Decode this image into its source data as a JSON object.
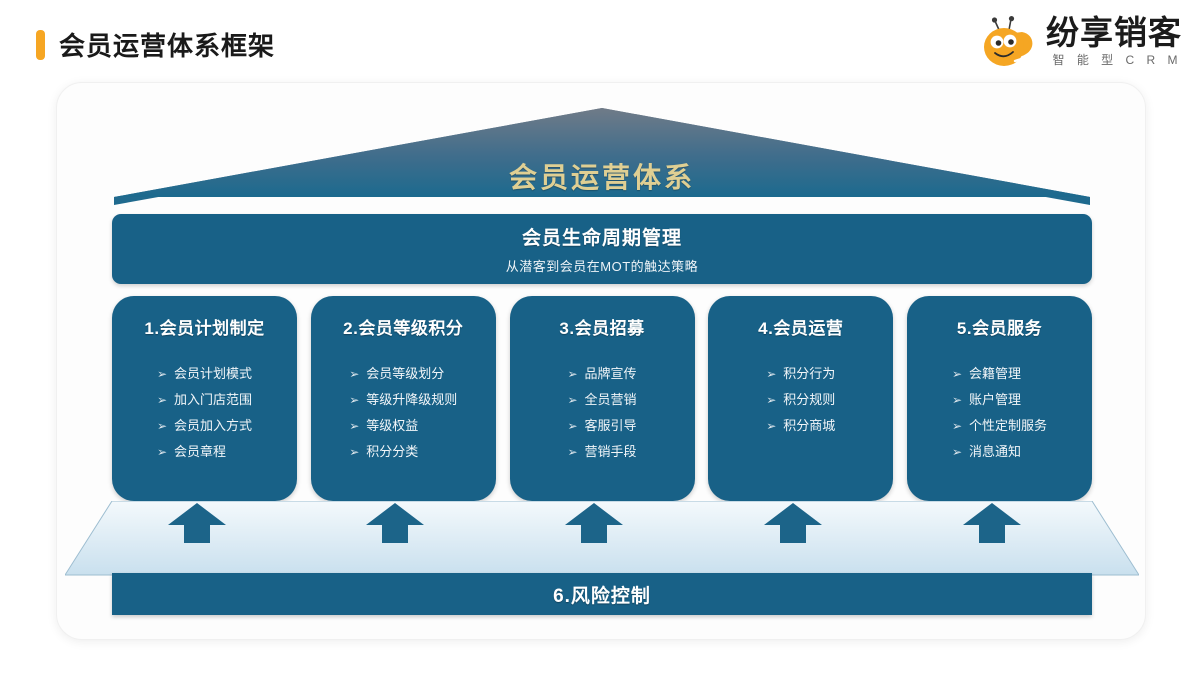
{
  "header": {
    "title": "会员运营体系框架",
    "accent_color": "#F6A623",
    "logo": {
      "name": "纷享销客",
      "subtitle": "智 能 型  C R M",
      "icon": "bee-mascot-icon",
      "color": "#F5A623"
    }
  },
  "diagram": {
    "roof": {
      "label": "会员运营体系",
      "text_color": "#DFCF93",
      "gradient_top": "#6F7A87",
      "gradient_bottom": "#1D6A8C"
    },
    "banner": {
      "title": "会员生命周期管理",
      "subtitle": "从潜客到会员在MOT的触达策略",
      "color": "#186187"
    },
    "pillars": [
      {
        "title": "1.会员计划制定",
        "items": [
          "会员计划模式",
          "加入门店范围",
          "会员加入方式",
          "会员章程"
        ]
      },
      {
        "title": "2.会员等级积分",
        "items": [
          "会员等级划分",
          "等级升降级规则",
          "等级权益",
          "积分分类"
        ]
      },
      {
        "title": "3.会员招募",
        "items": [
          "品牌宣传",
          "全员营销",
          "客服引导",
          "营销手段"
        ]
      },
      {
        "title": "4.会员运营",
        "items": [
          "积分行为",
          "积分规则",
          "积分商城"
        ]
      },
      {
        "title": "5.会员服务",
        "items": [
          "会籍管理",
          "账户管理",
          "个性定制服务",
          "消息通知"
        ]
      }
    ],
    "bullet_glyph": "➢",
    "base": {
      "label": "6.风险控制",
      "color": "#186187"
    },
    "arrow_count": 5,
    "arrow_color": "#1C6489"
  }
}
